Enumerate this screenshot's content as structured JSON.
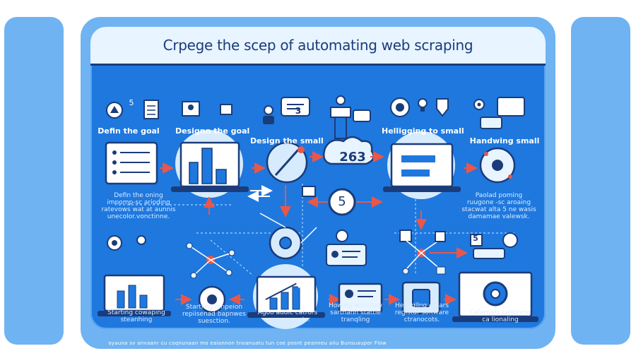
{
  "title": "Crpege the scep of automating web scraping",
  "labels": {
    "top_1": "Defin the goal",
    "top_2": "Designn the goal",
    "top_3": "Design the small",
    "top_4": "Helligging to small",
    "top_5": "Handwing small",
    "mid_left": "Defin the oning\nimpomp-sc arioding\nratevows wat at aunnis\nunecolor.vonctinne.",
    "mid_right": "Paolad poming\nruugone -sc aroaing\nstacwat alta 5 ne wasis\ndamamae valewsk.",
    "step_number": "5",
    "cloud_text": "263",
    "small_number": "3",
    "left_small_number": "5",
    "right_small_number": "5",
    "bottom_1": "Starting cowaping\nsteanhing",
    "bottom_2": "Startiing ginpeion\nrepiisenad bapnwes\nsuesction.",
    "bottom_3": "Agoo addic catrors\nom rnynnorts.",
    "bottom_4": "Howing workllow\nsarthann stattle\ntranqling",
    "bottom_5": "Hellggllng e dars\nregistar software\nctranocots.",
    "bottom_6": "Celarnats caldining\nca lionaling",
    "footer": "ayauna sv anvaanr cu coqnunaan mo eaiannon tnoanuatu tun coe posnt peanneu aiiu Bunsuaupor Flow"
  },
  "colors": {
    "panel": "#1e78de",
    "outline": "#1a3c7a",
    "frame": "#6fb3f2",
    "arrow": "#e8574a",
    "card": "#e8f4ff"
  }
}
